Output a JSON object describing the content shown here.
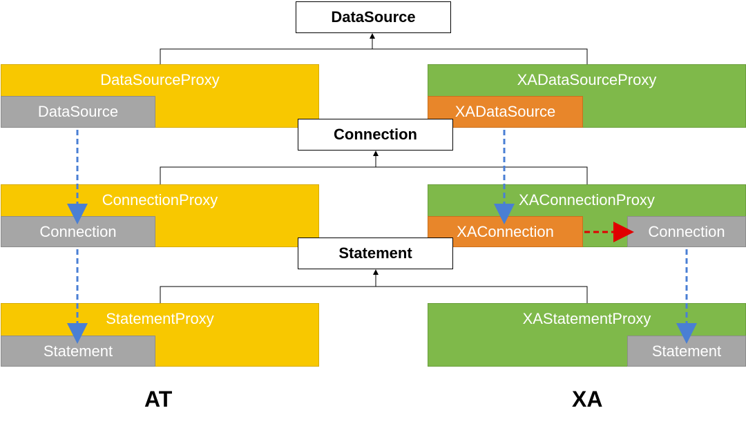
{
  "interfaces": {
    "datasource": "DataSource",
    "connection": "Connection",
    "statement": "Statement"
  },
  "at": {
    "side_label": "AT",
    "datasource_proxy": {
      "title": "DataSourceProxy",
      "inner": "DataSource"
    },
    "connection_proxy": {
      "title": "ConnectionProxy",
      "inner": "Connection"
    },
    "statement_proxy": {
      "title": "StatementProxy",
      "inner": "Statement"
    }
  },
  "xa": {
    "side_label": "XA",
    "datasource_proxy": {
      "title": "XADataSourceProxy",
      "inner": "XADataSource"
    },
    "connection_proxy": {
      "title": "XAConnectionProxy",
      "inner": "XAConnection",
      "inner2": "Connection"
    },
    "statement_proxy": {
      "title": "XAStatementProxy",
      "inner": "Statement"
    }
  },
  "colors": {
    "at_proxy": "#f8c800",
    "xa_proxy": "#7fb94a",
    "xa_inner": "#e8862a",
    "wrapped": "#a6a6a6",
    "dash_blue": "#4a7fd4",
    "dash_red": "#e00000"
  }
}
